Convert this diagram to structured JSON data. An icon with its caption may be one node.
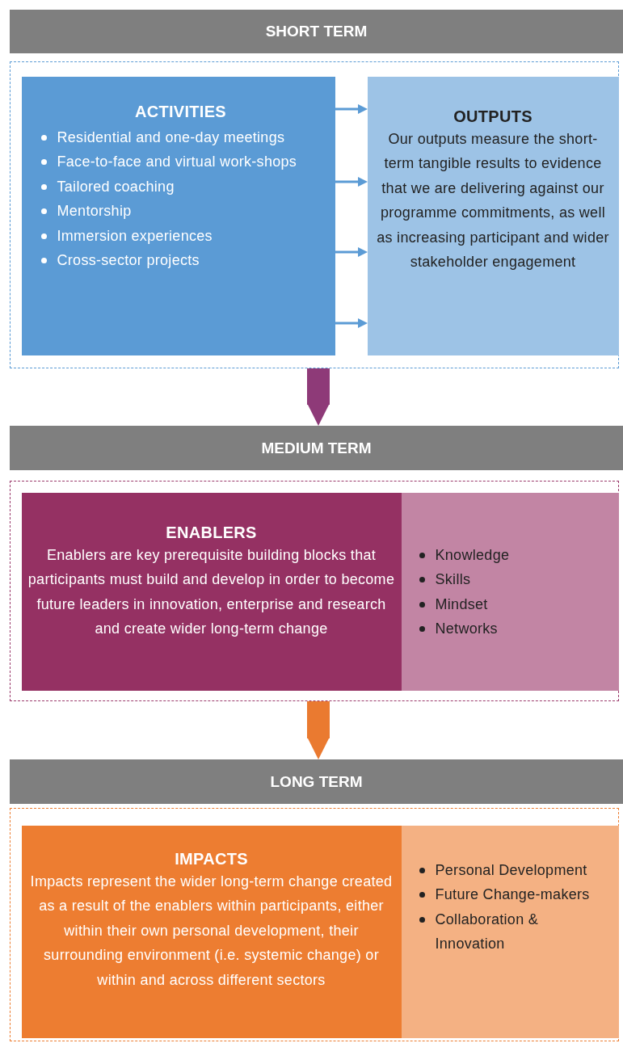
{
  "diagram": {
    "nodes": [
      {
        "text": [
          "SHORT TERM"
        ]
      },
      {
        "text": [],
        "shape": "box"
      },
      {
        "text": [
          "ACTIVITIES",
          "Residential and one-day meetings",
          "Face-to-face and virtual work-shops",
          "Tailored coaching",
          "Mentorship",
          "Immersion experiences",
          "Cross-sector projects"
        ],
        "in": 1
      },
      {
        "text": [
          "OUTPUTS",
          "Our outputs measure the short-term tangible results to evidence that we are delivering against our programme commitments, as well as increasing participant and wider stakeholder engagement"
        ],
        "in": 1
      },
      {
        "text": [
          "MEDIUM TERM"
        ]
      },
      {
        "text": [],
        "shape": "box"
      },
      {
        "text": [
          "ENABLERS",
          "Enablers are key prerequisite building blocks that participants must build and develop in order to become future leaders in innovation, enterprise and research and create wider long-term change"
        ],
        "in": 5
      },
      {
        "text": [
          "Knowledge",
          "Skills",
          "Mindset",
          "Networks"
        ],
        "in": 5
      },
      {
        "text": [
          "LONG TERM"
        ]
      },
      {
        "text": [],
        "shape": "box"
      },
      {
        "text": [
          "IMPACTS",
          "Impacts represent the wider long-term change created as a result of the enablers within participants, either within their own personal development, their surrounding environment (i.e. systemic change) or within and across different sectors"
        ],
        "in": 9
      },
      {
        "text": [
          "Personal Development",
          "Future Change-makers",
          "Collaboration & Innovation"
        ],
        "in": 9
      }
    ],
    "edges": [
      {
        "from": 2,
        "to": 3,
        "arrow": "to"
      },
      {
        "from": 2,
        "to": 3,
        "arrow": "to"
      },
      {
        "from": 2,
        "to": 3,
        "arrow": "to"
      },
      {
        "from": 2,
        "to": 3,
        "arrow": "to"
      },
      {
        "from": 1,
        "to": 4,
        "arrow": "to",
        "style": "thick",
        "color": "#8e3a78"
      },
      {
        "from": 5,
        "to": 8,
        "arrow": "to",
        "style": "thick",
        "color": "#ea7a30"
      }
    ]
  }
}
